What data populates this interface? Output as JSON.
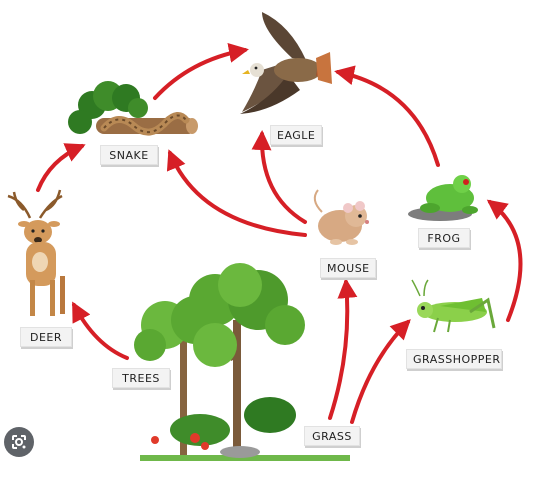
{
  "labels": {
    "eagle": "EAGLE",
    "snake": "SNAKE",
    "frog": "FROG",
    "mouse": "MOUSE",
    "deer": "DEER",
    "trees": "TREES",
    "grasshopper": "GRASSHOPPER",
    "grass": "GRASS"
  },
  "links": [
    {
      "from": "deer",
      "to": "snake"
    },
    {
      "from": "snake",
      "to": "eagle"
    },
    {
      "from": "frog",
      "to": "eagle"
    },
    {
      "from": "mouse",
      "to": "eagle"
    },
    {
      "from": "mouse",
      "to": "snake"
    },
    {
      "from": "grasshopper",
      "to": "frog"
    },
    {
      "from": "grass",
      "to": "mouse"
    },
    {
      "from": "grass",
      "to": "grasshopper"
    },
    {
      "from": "trees",
      "to": "deer"
    }
  ],
  "colors": {
    "arrow": "#d61f26",
    "foliage": "#5aa832",
    "foliage_dark": "#2f7a22",
    "trunk": "#7a5a3a",
    "eagle_wing": "#5b4635",
    "deer": "#d49a5c",
    "frog": "#5fbf3c",
    "grasshopper": "#8bd04a",
    "mouse": "#d7a983",
    "snake": "#b88955"
  },
  "icons": {
    "lens_button": "google-lens-icon"
  }
}
